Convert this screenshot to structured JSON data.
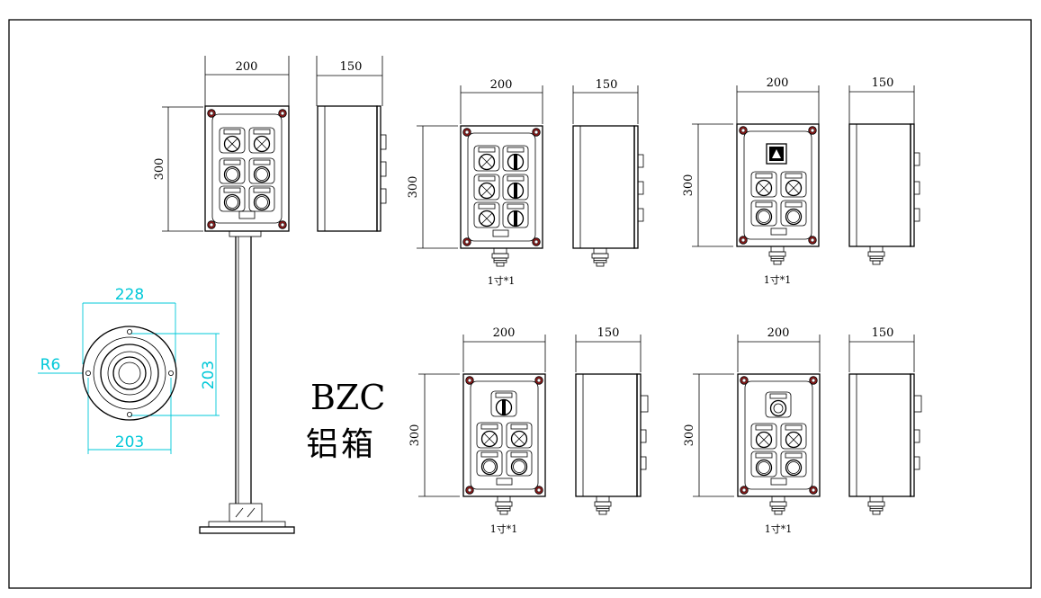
{
  "title": {
    "line1": "BZC",
    "line2": "铝箱"
  },
  "dimensions": {
    "width": "200",
    "depth": "150",
    "height": "300"
  },
  "flange": {
    "outer": "228",
    "bolt": "203",
    "bolt_v": "203",
    "radius": "R6"
  },
  "cable_entry": "1寸*1",
  "colors": {
    "line": "#000000",
    "dimension_flange": "#00c8d8",
    "bolt_head": "#8b1a1a"
  },
  "icons": [
    "warning-sign-icon",
    "indicator-lamp-icon",
    "pushbutton-icon",
    "selector-switch-icon",
    "key-switch-icon"
  ]
}
